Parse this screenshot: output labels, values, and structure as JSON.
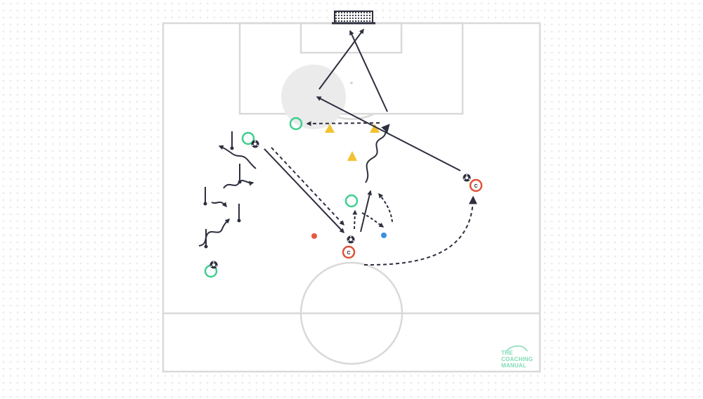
{
  "diagram": {
    "title": "",
    "colors": {
      "pitch_lines": "#d9d9d9",
      "pitch_fill": "#ffffff",
      "arrow": "#2d2f3e",
      "player_green": "#3ecf8e",
      "coach_red": "#e0533a",
      "cone_yellow": "#f2c230",
      "marker_red": "#e9573f",
      "marker_blue": "#3b8fe0",
      "logo": "#7fdcb7"
    },
    "coach_label": "C",
    "logo": {
      "line1": "THE",
      "line2": "COACHING",
      "line3": "MANUAL"
    },
    "element_types": [
      "goal",
      "player",
      "coach",
      "ball",
      "cone",
      "pole",
      "marker",
      "pass",
      "run",
      "dribble",
      "shot"
    ]
  }
}
